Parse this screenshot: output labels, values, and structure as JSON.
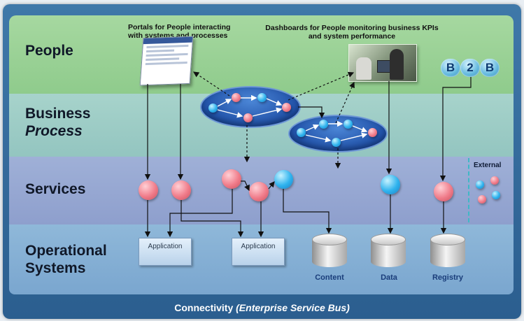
{
  "layers": {
    "people": "People",
    "business_process_line1": "Business",
    "business_process_line2": "Process",
    "services": "Services",
    "operational_line1": "Operational",
    "operational_line2": "Systems"
  },
  "captions": {
    "portals": "Portals for People interacting with systems and processes",
    "dashboards": "Dashboards for People monitoring business KPIs and system performance"
  },
  "b2b": [
    "B",
    "2",
    "B"
  ],
  "applications": [
    "Application",
    "Application"
  ],
  "datastores": [
    "Content",
    "Data",
    "Registry"
  ],
  "external_label": "External",
  "footer": {
    "prefix": "Connectivity ",
    "esb": "(Enterprise Service Bus)"
  },
  "icons": {
    "portal": "portal-screenshot-icon",
    "dashboard": "dashboard-photo-icon",
    "datastore": "database-cylinder-icon"
  },
  "colors": {
    "people_band": "#9fd39a",
    "process_band": "#9ccbc5",
    "services_band": "#98a9d3",
    "operational_band": "#86b0d6",
    "frame": "#3a71a3",
    "red_node": "#f07c8a",
    "blue_node": "#2fb3ee"
  }
}
